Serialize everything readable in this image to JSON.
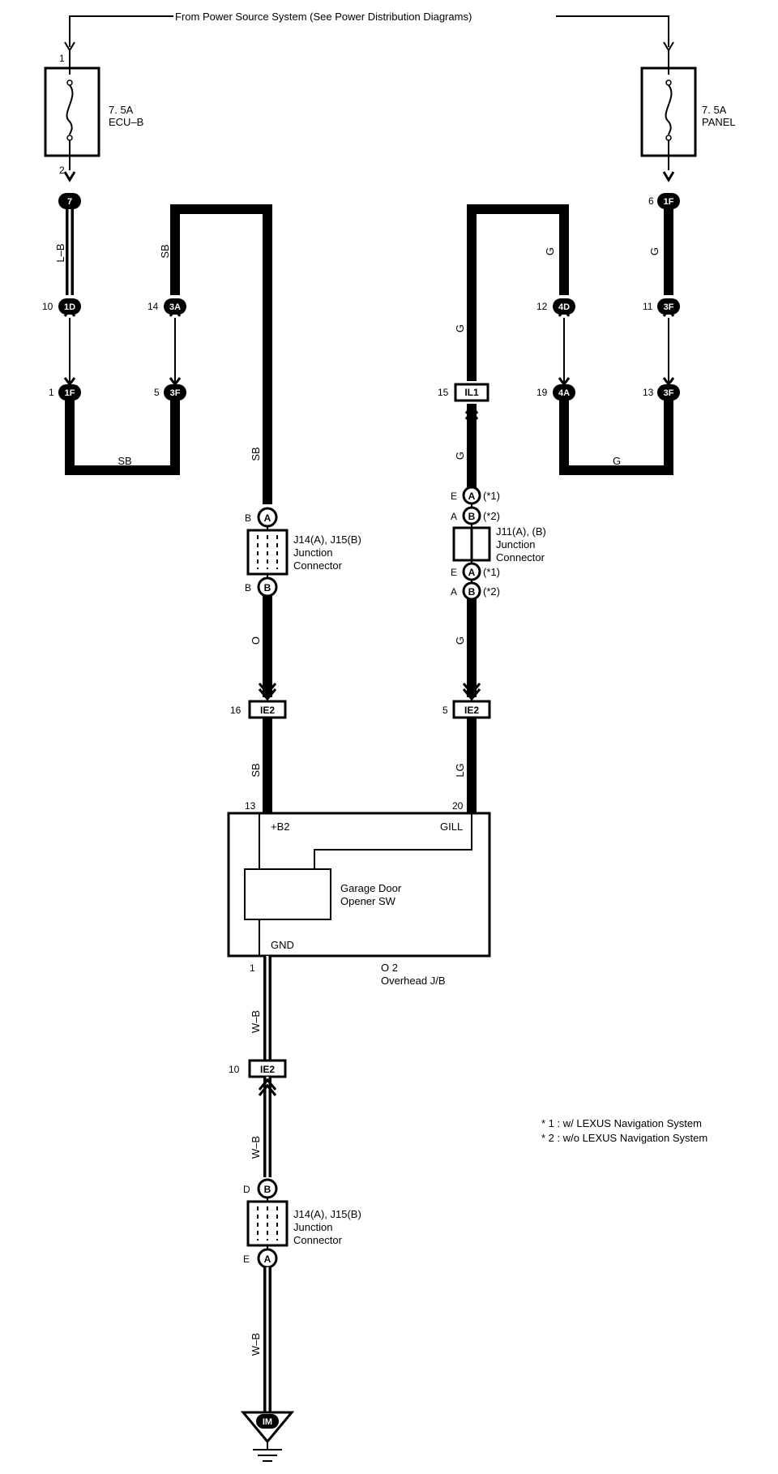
{
  "header": {
    "power_source_text": "From Power Source System (See Power Distribution Diagrams)"
  },
  "fuses": [
    {
      "amp": "7. 5A",
      "name": "ECU–B",
      "pin_top": "1",
      "pin_bottom": "2"
    },
    {
      "amp": "7. 5A",
      "name": "PANEL"
    }
  ],
  "connectors": {
    "c7": {
      "text": "7"
    },
    "c1D": {
      "text": "1D",
      "pin": "10"
    },
    "c1F_l": {
      "text": "1F",
      "pin": "1"
    },
    "c3A": {
      "text": "3A",
      "pin": "14"
    },
    "c3F_l": {
      "text": "3F",
      "pin": "5"
    },
    "c1F_r": {
      "text": "1F",
      "pin": "6"
    },
    "c4D": {
      "text": "4D",
      "pin": "12"
    },
    "c3F_r1": {
      "text": "3F",
      "pin": "11"
    },
    "cIL1": {
      "text": "IL1",
      "pin": "15"
    },
    "c4A": {
      "text": "4A",
      "pin": "19"
    },
    "c3F_r2": {
      "text": "3F",
      "pin": "13"
    },
    "cIE2_a": {
      "text": "IE2",
      "pin": "16"
    },
    "cIE2_b": {
      "text": "IE2",
      "pin": "5"
    },
    "cIE2_c": {
      "text": "IE2",
      "pin": "10"
    },
    "cIM": {
      "text": "IM"
    }
  },
  "wire_colors": {
    "lb": "L–B",
    "sb": "SB",
    "g": "G",
    "o": "O",
    "lg": "LG",
    "wb": "W–B"
  },
  "junctions": {
    "j14_top": {
      "label_line1": "J14(A), J15(B)",
      "label_line2": "Junction",
      "label_line3": "Connector",
      "top_pin": "B",
      "top_conn": "A",
      "bottom_pin": "B",
      "bottom_conn": "B"
    },
    "j11": {
      "label_line1": "J11(A), (B)",
      "label_line2": "Junction",
      "label_line3": "Connector",
      "rows": [
        {
          "pin": "E",
          "conn": "A",
          "note": "(*1)"
        },
        {
          "pin": "A",
          "conn": "B",
          "note": "(*2)"
        },
        {
          "pin": "E",
          "conn": "A",
          "note": "(*1)"
        },
        {
          "pin": "A",
          "conn": "B",
          "note": "(*2)"
        }
      ]
    },
    "j14_bottom": {
      "label_line1": "J14(A), J15(B)",
      "label_line2": "Junction",
      "label_line3": "Connector",
      "top_pin": "D",
      "top_conn": "B",
      "bottom_pin": "E",
      "bottom_conn": "A"
    }
  },
  "overhead": {
    "pin_b2": "13",
    "pin_gill": "20",
    "pin_gnd": "1",
    "b2_label": "+B2",
    "gill_label": "GILL",
    "gnd_label": "GND",
    "switch_line1": "Garage Door",
    "switch_line2": "Opener SW",
    "id": "O 2",
    "name": "Overhead J/B"
  },
  "notes": [
    "*  1 : w/ LEXUS Navigation System",
    "*  2 : w/o LEXUS Navigation System"
  ]
}
